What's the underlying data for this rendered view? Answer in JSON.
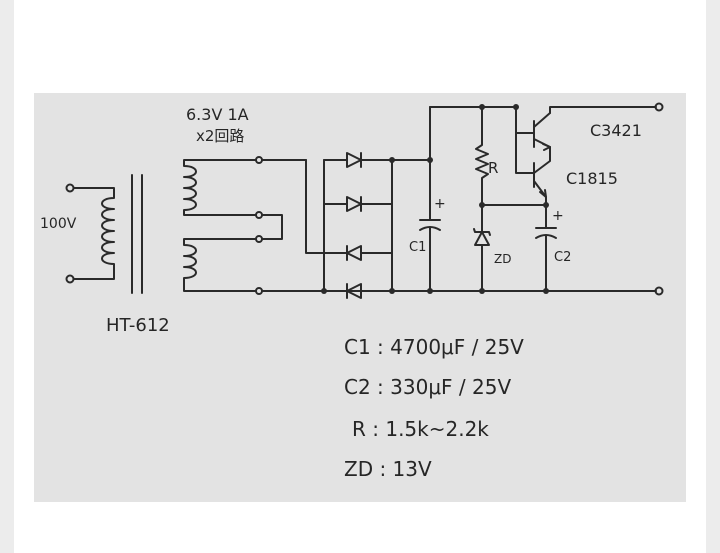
{
  "diagram": {
    "primary_label": "100V",
    "secondary_label_line1": "6.3V 1A",
    "secondary_label_line2": "x2回路",
    "transformer_model": "HT-612",
    "components": {
      "c1": "C1",
      "c2": "C2",
      "r": "R",
      "zd": "ZD",
      "q1": "C3421",
      "q2": "C1815",
      "plus": "+"
    },
    "parts_list": [
      "C1 : 4700μF / 25V",
      "C2 : 330μF / 25V",
      "R : 1.5k~2.2k",
      "ZD : 13V"
    ]
  },
  "colors": {
    "paper": "#e3e3e3",
    "ink": "#262626",
    "frame": "#ffffff",
    "background": "#ececec"
  }
}
